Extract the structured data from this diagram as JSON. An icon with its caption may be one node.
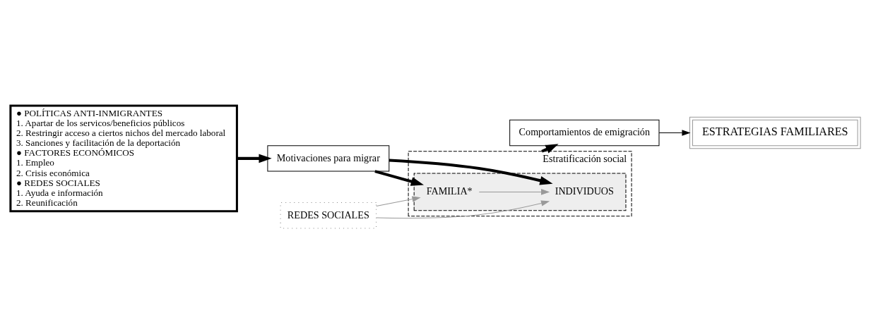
{
  "diagram": {
    "nodes": [
      {
        "text": [
          "● POLÍTICAS ANTI-INMIGRANTES",
          "1. Apartar de los servicos/beneficios públicos",
          "2. Restringir acceso a ciertos nichos del mercado laboral",
          "3. Sanciones y facilitación de la deportación",
          "● FACTORES ECONÓMICOS",
          "1. Empleo",
          "2. Crisis económica",
          "● REDES SOCIALES",
          "1. Ayuda e información",
          "2. Reunificación"
        ]
      },
      {
        "text": [
          "Motivaciones para migrar"
        ]
      },
      {
        "text": [
          "Estratificación social"
        ]
      },
      {
        "text": [],
        "shape": "box",
        "in": 2
      },
      {
        "text": [
          "FAMILIA*"
        ],
        "in": 3
      },
      {
        "text": [
          "INDIVIDUOS"
        ],
        "in": 3
      },
      {
        "text": [
          "REDES SOCIALES"
        ]
      },
      {
        "text": [
          "Comportamientos de emigración"
        ]
      },
      {
        "text": [
          "ESTRATEGIAS FAMILIARES"
        ]
      }
    ],
    "edges": [
      {
        "from": 0,
        "to": 1,
        "arrow": "to",
        "style": "thick"
      },
      {
        "from": 1,
        "to": 4,
        "arrow": "to",
        "style": "thick"
      },
      {
        "from": 1,
        "to": 5,
        "arrow": "to",
        "style": "thick"
      },
      {
        "from": 4,
        "to": 5,
        "arrow": "to",
        "color": "#999999"
      },
      {
        "from": 6,
        "to": 5,
        "arrow": "to",
        "color": "#999999"
      },
      {
        "from": 6,
        "to": 4,
        "arrow": "to",
        "color": "#999999"
      },
      {
        "from": 2,
        "to": 7,
        "arrow": "to",
        "style": "thick"
      },
      {
        "from": 7,
        "to": 8,
        "arrow": "to"
      }
    ]
  }
}
